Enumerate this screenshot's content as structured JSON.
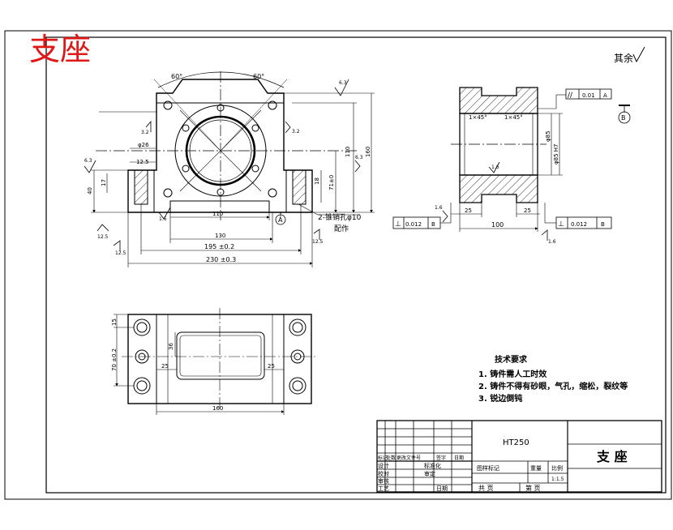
{
  "header": {
    "watermark_title": "支座",
    "roughness_note": "其余"
  },
  "front_view": {
    "angle_left": "60°",
    "angle_right": "60°",
    "dim_110_bottom": "110",
    "dim_130": "130",
    "dim_195": "195 ±0.2",
    "dim_230": "230 ±0.3",
    "dim_110_right": "110",
    "dim_160": "160",
    "dim_7140": "71±0",
    "dim_18": "18",
    "dim_40": "40",
    "dim_17": "17",
    "dim_12_5": "12.5",
    "dim_phi26": "φ26",
    "note_holes": "2-锥销孔φ10",
    "note_fit": "配作",
    "datum_a": "A",
    "rough_63": "6.3",
    "rough_125": "12.5",
    "rough_32": "3.2",
    "rough_16": "1.6"
  },
  "side_view": {
    "chamfer_left": "1×45°",
    "chamfer_right": "1×45°",
    "dim_phi85": "φ85",
    "dim_phi85h7": "φ85 H7",
    "dim_100": "100",
    "dim_25_left": "25",
    "dim_25_right": "25",
    "tol_parallel_sym": "//",
    "tol_parallel_val": "0.01",
    "tol_parallel_ref": "A",
    "tol_perp_left_val": "0.012",
    "tol_perp_left_ref": "B",
    "tol_perp_right_val": "0.012",
    "tol_perp_right_ref": "B",
    "tol_perp_sym": "⊥",
    "datum_b": "B",
    "rough_16": "1.6"
  },
  "top_view": {
    "dim_15": "15",
    "dim_70": "70 ±0.2",
    "dim_36": "36",
    "dim_25_left": "25",
    "dim_25_right": "25",
    "dim_160": "160"
  },
  "tech_requirements": {
    "title": "技术要求",
    "items": [
      "1. 铸件需人工时效",
      "2. 铸件不得有砂眼，气孔，缩松，裂纹等",
      "3. 锐边倒钝"
    ]
  },
  "title_block": {
    "material": "HT250",
    "part_name": "支  座",
    "row_labels": [
      "标记",
      "处数",
      "更改文件号",
      "签字",
      "日期"
    ],
    "design": "设计",
    "standardize": "标准化",
    "check": "审核",
    "review": "校对",
    "approve": "审定",
    "process": "工艺",
    "date": "日期",
    "drawing_mark": "图样标记",
    "weight": "重量",
    "scale": "比例",
    "scale_value": "1:1.5",
    "sheets_total": "共     页",
    "sheet_no": "第     页"
  }
}
